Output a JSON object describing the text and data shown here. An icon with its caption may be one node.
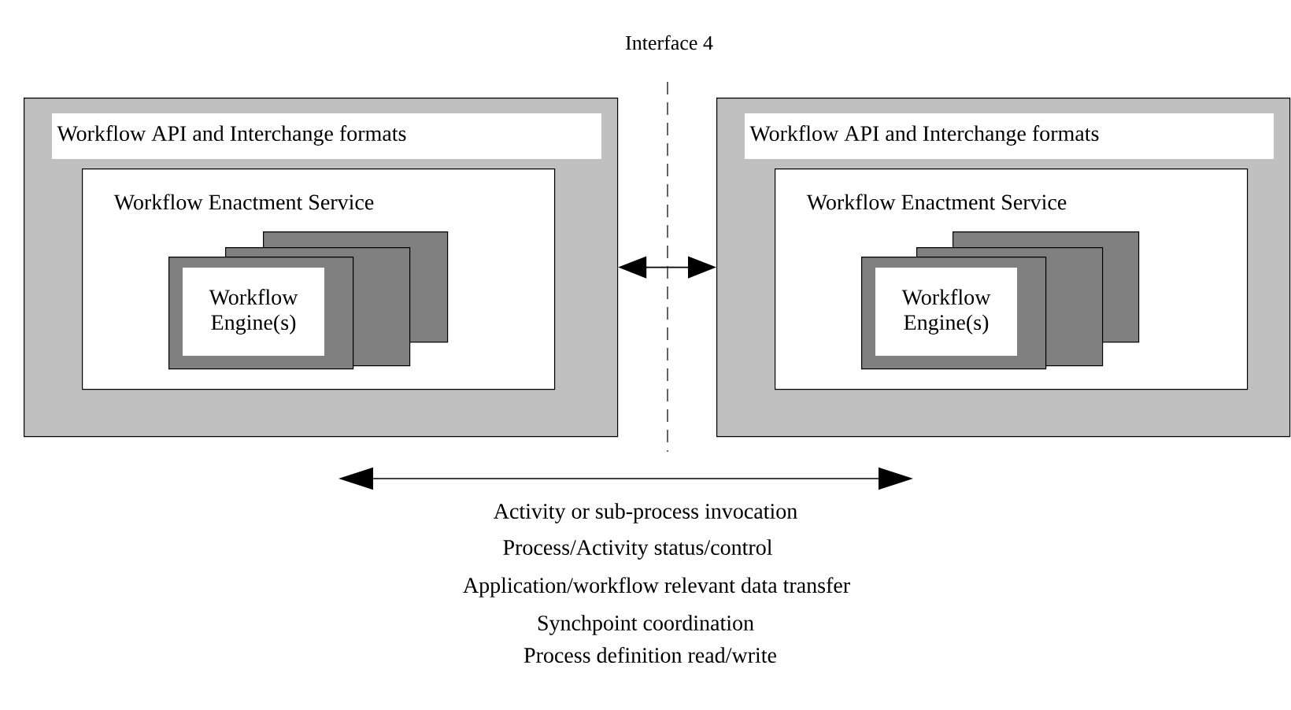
{
  "diagram": {
    "title": "Interface 4",
    "nodes": [
      {
        "text": [
          "Workflow API and Interchange formats"
        ]
      },
      {
        "text": [
          "Workflow Enactment Service"
        ],
        "in": 0
      },
      {
        "text": [],
        "shape": "box",
        "in": 1
      },
      {
        "text": [],
        "shape": "box",
        "in": 1
      },
      {
        "text": [
          "Workflow Engine(s)"
        ],
        "in": 1
      },
      {
        "text": [
          "Workflow API and Interchange formats"
        ]
      },
      {
        "text": [
          "Workflow Enactment Service"
        ],
        "in": 5
      },
      {
        "text": [],
        "shape": "box",
        "in": 6
      },
      {
        "text": [],
        "shape": "box",
        "in": 6
      },
      {
        "text": [
          "Workflow Engine(s)"
        ],
        "in": 6
      }
    ],
    "edges": [
      {
        "from": 0,
        "to": 5,
        "arrow": "both"
      }
    ],
    "labels": [
      "Activity or sub-process invocation",
      "Process/Activity status/control",
      "Application/workflow relevant data transfer",
      "Synchpoint coordination",
      "Process definition read/write"
    ]
  }
}
